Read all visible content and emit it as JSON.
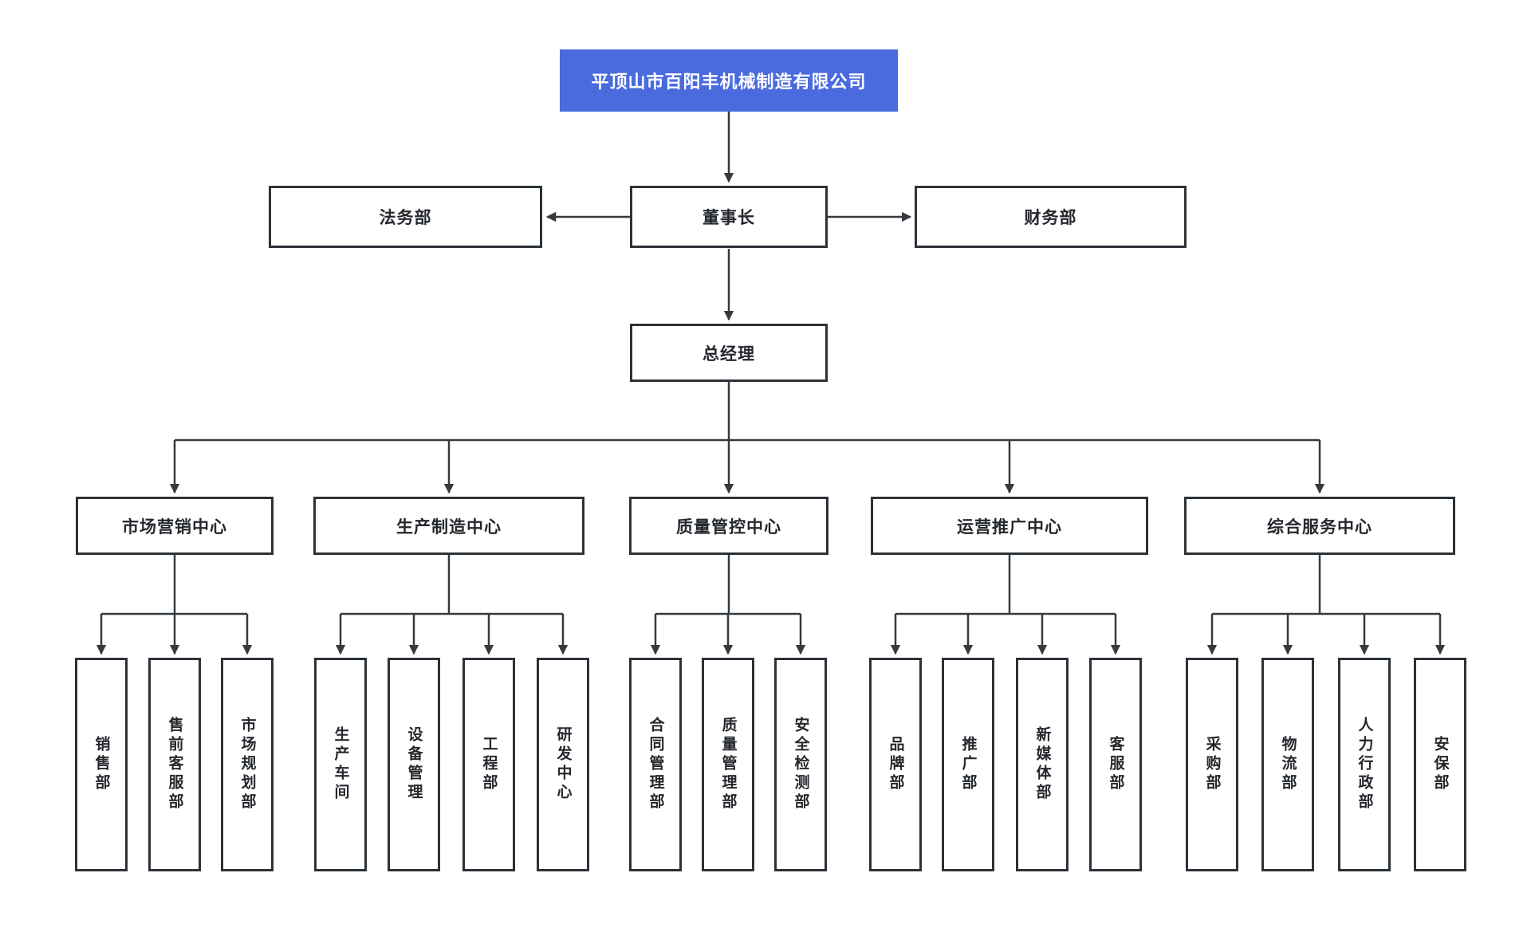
{
  "colors": {
    "accent": "#4a6bdd",
    "accent_text": "#ffffff",
    "line": "#343a40",
    "border": "#2c3238",
    "text": "#24282d",
    "page_bg": "#ffffff"
  },
  "org": {
    "root": {
      "label": "平顶山市百阳丰机械制造有限公司"
    },
    "legal": {
      "label": "法务部"
    },
    "chairman": {
      "label": "董事长"
    },
    "finance": {
      "label": "财务部"
    },
    "general_manager": {
      "label": "总经理"
    },
    "centers": [
      {
        "label": "市场营销中心",
        "children": [
          "销售部",
          "售前客服部",
          "市场规划部"
        ]
      },
      {
        "label": "生产制造中心",
        "children": [
          "生产车间",
          "设备管理",
          "工程部",
          "研发中心"
        ]
      },
      {
        "label": "质量管控中心",
        "children": [
          "合同管理部",
          "质量管理部",
          "安全检测部"
        ]
      },
      {
        "label": "运营推广中心",
        "children": [
          "品牌部",
          "推广部",
          "新媒体部",
          "客服部"
        ]
      },
      {
        "label": "综合服务中心",
        "children": [
          "采购部",
          "物流部",
          "人力行政部",
          "安保部"
        ]
      }
    ]
  }
}
